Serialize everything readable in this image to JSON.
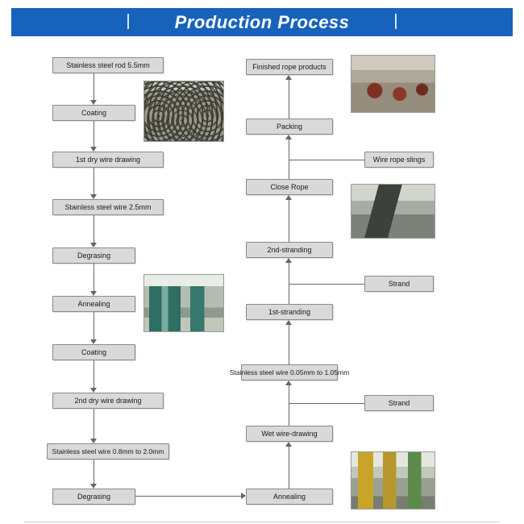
{
  "header": {
    "title": "Production Process",
    "bar": "|",
    "accent_color": "#1763bc"
  },
  "colors": {
    "box_fill": "#d9d9d9",
    "box_border": "#8a8a8a",
    "connector": "#666666"
  },
  "left_column": [
    "Stainless steel rod 5.5mm",
    "Coating",
    "1st dry wire drawing",
    "Stainless steel wire 2.5mm",
    "Degrasing",
    "Annealing",
    "Coating",
    "2nd dry wire drawing",
    "Stainless steel wire 0.8mm to 2.0mm",
    "Degrasing"
  ],
  "right_column": [
    "Finished rope products",
    "Packing",
    "Close Rope",
    "2nd-stranding",
    "1st-stranding",
    "Stainless steel wire 0.05mm to 1.05mm",
    "Wet wire-drawing",
    "Annealing"
  ],
  "side_boxes": [
    "Wire rope slings",
    "Strand",
    "Strand"
  ],
  "photos": [
    "wire-rod-coils-photo",
    "factory-aisle-photo",
    "rope-workshop-photo",
    "closing-machine-line-photo",
    "factory-machines-photo"
  ]
}
